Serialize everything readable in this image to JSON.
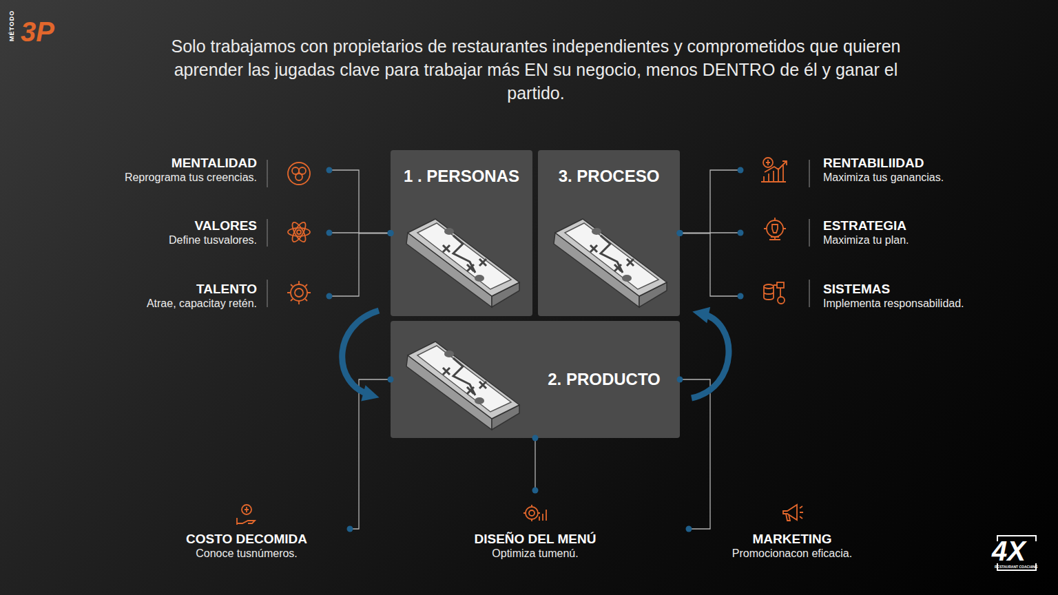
{
  "diagram": {
    "title": "Solo trabajamos con propietarios de restaurantes independientes y comprometidos que quieren aprender las jugadas clave para trabajar más EN su negocio, menos DENTRO de él y ganar el partido.",
    "nodes": [
      {
        "text": [
          "1 . PERSONAS"
        ]
      },
      {
        "text": [
          "3. PROCESO"
        ]
      },
      {
        "text": [
          "2. PRODUCTO"
        ]
      },
      {
        "text": [
          "MENTALIDAD",
          "Reprograma tus creencias."
        ]
      },
      {
        "text": [
          "VALORES",
          "Define tusvalores."
        ]
      },
      {
        "text": [
          "TALENTO",
          "Atrae, capacitay retén."
        ]
      },
      {
        "text": [
          "RENTABILIIDAD",
          "Maximiza tus ganancias."
        ]
      },
      {
        "text": [
          "ESTRATEGIA",
          "Maximiza tu plan."
        ]
      },
      {
        "text": [
          "SISTEMAS",
          "Implementa responsabilidad."
        ]
      },
      {
        "text": [
          "COSTO DECOMIDA",
          "Conoce tusnúmeros."
        ]
      },
      {
        "text": [
          "DISEÑO DEL MENÚ",
          "Optimiza tumenú."
        ]
      },
      {
        "text": [
          "MARKETING",
          "Promocionacon eficacia."
        ]
      }
    ],
    "edges": [
      {
        "from": 0,
        "to": 3,
        "arrow": "none"
      },
      {
        "from": 0,
        "to": 4,
        "arrow": "none"
      },
      {
        "from": 0,
        "to": 5,
        "arrow": "none"
      },
      {
        "from": 1,
        "to": 6,
        "arrow": "none"
      },
      {
        "from": 1,
        "to": 7,
        "arrow": "none"
      },
      {
        "from": 1,
        "to": 8,
        "arrow": "none"
      },
      {
        "from": 2,
        "to": 9,
        "arrow": "none"
      },
      {
        "from": 2,
        "to": 10,
        "arrow": "none"
      },
      {
        "from": 2,
        "to": 11,
        "arrow": "none"
      },
      {
        "from": 0,
        "to": 2,
        "arrow": "to"
      },
      {
        "from": 2,
        "to": 1,
        "arrow": "to"
      }
    ],
    "labels": [
      "MÉTODO",
      "3P",
      "4X",
      "RESTAURANT COACHING"
    ]
  }
}
